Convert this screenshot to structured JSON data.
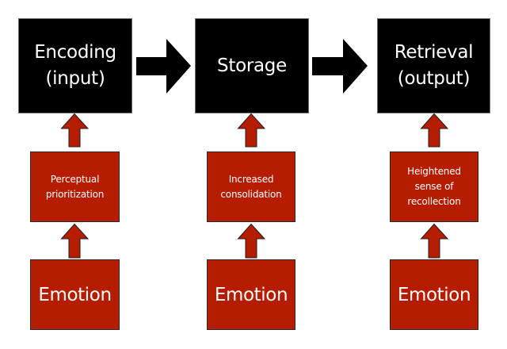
{
  "diagram": {
    "colors": {
      "stage_fill": "#000000",
      "factor_fill": "#b51c00",
      "text": "#ffffff",
      "flow_arrow": "#000000",
      "influence_arrow": "#b51c00"
    },
    "stages": [
      {
        "label": "Encoding\n(input)"
      },
      {
        "label": "Storage"
      },
      {
        "label": "Retrieval\n(output)"
      }
    ],
    "factors": [
      {
        "label": "Perceptual\nprioritization"
      },
      {
        "label": "Increased\nconsolidation"
      },
      {
        "label": "Heightened\nsense of\nrecollection"
      }
    ],
    "sources": [
      {
        "label": "Emotion"
      },
      {
        "label": "Emotion"
      },
      {
        "label": "Emotion"
      }
    ]
  }
}
